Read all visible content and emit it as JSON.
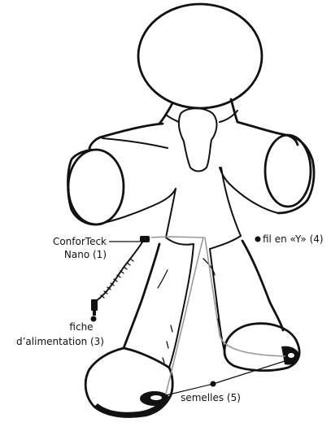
{
  "labels": {
    "controller_line1": "ConforTeck",
    "controller_line2": "Nano (1)",
    "y_cable": "fil en «Y» (4)",
    "plug_line1": "fiche",
    "plug_line2": "d’alimentation (3)",
    "insoles": "semelles (5)"
  }
}
